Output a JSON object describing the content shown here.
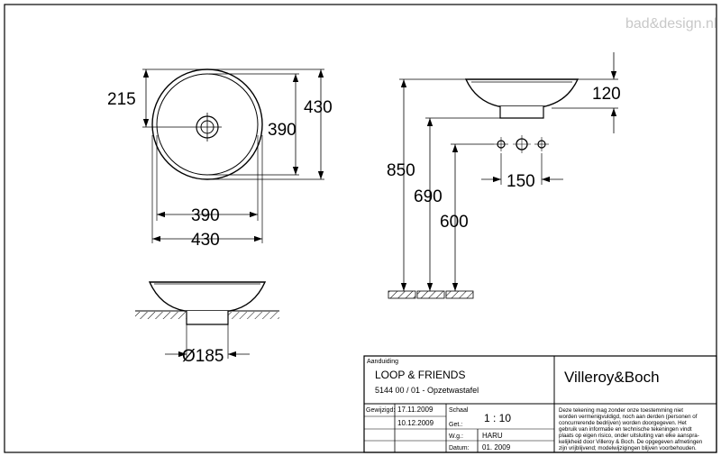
{
  "watermark": "bad&design.nl",
  "dimensions": {
    "top_view_radius": "215",
    "top_view_inner_diameter_v": "390",
    "top_view_outer_diameter_v": "430",
    "top_view_inner_diameter_h": "390",
    "top_view_outer_diameter_h": "430",
    "drain_diameter": "Ø185",
    "side_bowl_height": "120",
    "tap_spacing": "150",
    "height_850": "850",
    "height_690": "690",
    "height_600": "600"
  },
  "title_block": {
    "aanduiding_label": "Aanduiding",
    "product_name": "LOOP & FRIENDS",
    "product_code": "5144 00 / 01 - Opzetwastafel",
    "brand": "Villeroy&Boch",
    "gewijzigd_label": "Gewijzigd:",
    "date_1": "17.11.2009",
    "date_2": "10.12.2009",
    "schaal_label": "Schaal",
    "scale": "1 : 10",
    "getekend_label": "Get.:",
    "drawn_by": "HARU",
    "wg_label": "W.g.:",
    "datum_label": "Datum:",
    "datum_value": "01. 2009",
    "disclaimer": [
      "Deze tekening mag zonder onze toestemming niet",
      "worden vermenigvuldigd, noch aan derden  (personen of",
      "concurrerende bedrijven) worden doorgegeven. Het",
      "gebruik van informatie en technische tekeningen  vindt",
      "plaats op eigen risico, onder uitsluiting van elke aanspra-",
      "kelijkheid door Villeroy & Boch. De opgegeven afmetingen",
      "zijn vrijblijvend; modelwijzigingen blijven voorbehouden."
    ]
  }
}
